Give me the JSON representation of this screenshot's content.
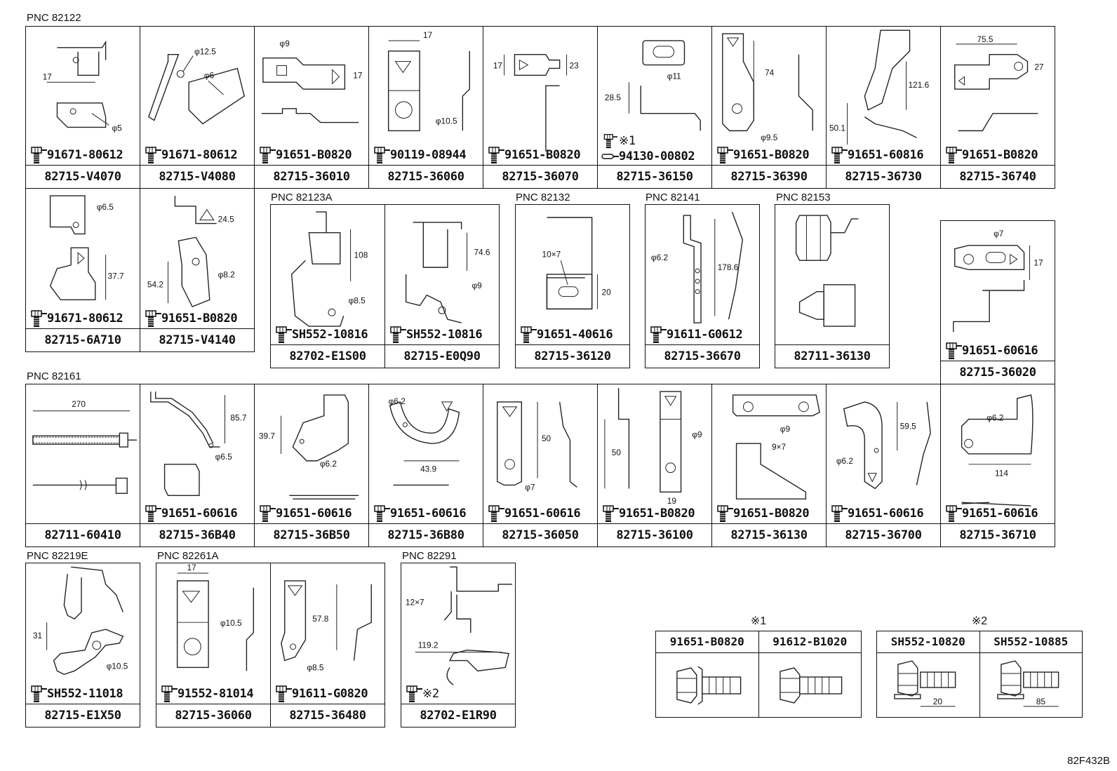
{
  "sections": {
    "pnc_82122": "PNC 82122",
    "pnc_82123a": "PNC 82123A",
    "pnc_82132": "PNC 82132",
    "pnc_82141": "PNC 82141",
    "pnc_82153": "PNC 82153",
    "pnc_82161": "PNC 82161",
    "pnc_82219e": "PNC 82219E",
    "pnc_82261a": "PNC 82261A",
    "pnc_82291": "PNC 82291"
  },
  "cells": {
    "c1": {
      "part": "82715-V4070",
      "bolt": "91671-80612",
      "dims": [
        "17",
        "φ5"
      ]
    },
    "c2": {
      "part": "82715-V4080",
      "bolt": "91671-80612",
      "dims": [
        "φ12.5",
        "φ6"
      ]
    },
    "c3": {
      "part": "82715-36010",
      "bolt": "91651-B0820",
      "dims": [
        "φ9",
        "17"
      ]
    },
    "c4": {
      "part": "82715-36060",
      "bolt": "90119-08944",
      "dims": [
        "17",
        "φ10.5"
      ]
    },
    "c5": {
      "part": "82715-36070",
      "bolt": "91651-B0820",
      "dims": [
        "17",
        "23"
      ]
    },
    "c6": {
      "part": "82715-36150",
      "bolt": "94130-00802",
      "bolt_note": "※1",
      "dims": [
        "φ11",
        "28.5"
      ]
    },
    "c7": {
      "part": "82715-36390",
      "bolt": "91651-B0820",
      "dims": [
        "74",
        "φ9.5"
      ]
    },
    "c8": {
      "part": "82715-36730",
      "bolt": "91651-60816",
      "dims": [
        "121.6",
        "50.1"
      ]
    },
    "c9": {
      "part": "82715-36740",
      "bolt": "91651-B0820",
      "dims": [
        "75.5",
        "27"
      ]
    },
    "c10": {
      "part": "82715-6A710",
      "bolt": "91671-80612",
      "dims": [
        "φ6.5",
        "37.7"
      ]
    },
    "c11": {
      "part": "82715-V4140",
      "bolt": "91651-B0820",
      "dims": [
        "24.5",
        "54.2",
        "φ8.2"
      ]
    },
    "c12": {
      "part": "82702-E1S00",
      "bolt": "SH552-10816",
      "dims": [
        "108",
        "φ8.5"
      ]
    },
    "c13": {
      "part": "82715-E0Q90",
      "bolt": "SH552-10816",
      "dims": [
        "74.6",
        "φ9"
      ]
    },
    "c14": {
      "part": "82715-36120",
      "bolt": "91651-40616",
      "dims": [
        "10×7",
        "20"
      ]
    },
    "c15": {
      "part": "82715-36670",
      "bolt": "91611-G0612",
      "dims": [
        "φ6.2",
        "178.6"
      ]
    },
    "c16": {
      "part": "82711-36130"
    },
    "c17": {
      "part": "82715-36020",
      "bolt": "91651-60616",
      "dims": [
        "φ7",
        "17"
      ]
    },
    "c18": {
      "part": "82711-60410",
      "dims": [
        "270"
      ]
    },
    "c19": {
      "part": "82715-36B40",
      "bolt": "91651-60616",
      "dims": [
        "85.7",
        "φ6.5"
      ]
    },
    "c20": {
      "part": "82715-36B50",
      "bolt": "91651-60616",
      "dims": [
        "39.7",
        "φ6.2"
      ]
    },
    "c21": {
      "part": "82715-36B80",
      "bolt": "91651-60616",
      "dims": [
        "φ6.2",
        "43.9"
      ]
    },
    "c22": {
      "part": "82715-36050",
      "bolt": "91651-60616",
      "dims": [
        "50",
        "φ7"
      ]
    },
    "c23": {
      "part": "82715-36100",
      "bolt": "91651-B0820",
      "dims": [
        "50",
        "φ9",
        "19"
      ]
    },
    "c24": {
      "part": "82715-36130",
      "bolt": "91651-B0820",
      "dims": [
        "φ9",
        "9×7"
      ]
    },
    "c25": {
      "part": "82715-36700",
      "bolt": "91651-60616",
      "dims": [
        "59.5",
        "φ6.2"
      ]
    },
    "c26": {
      "part": "82715-36710",
      "bolt": "91651-60616",
      "dims": [
        "φ6.2",
        "114"
      ]
    },
    "c27": {
      "part": "82715-E1X50",
      "bolt": "SH552-11018",
      "dims": [
        "31",
        "φ10.5"
      ]
    },
    "c28": {
      "part": "82715-36060",
      "bolt": "91552-81014",
      "dims": [
        "17",
        "φ10.5"
      ]
    },
    "c29": {
      "part": "82715-36480",
      "bolt": "91611-G0820",
      "dims": [
        "57.8",
        "φ8.5"
      ]
    },
    "c30": {
      "part": "82702-E1R90",
      "bolt": "※2",
      "dims": [
        "12×7",
        "119.2"
      ]
    }
  },
  "legend1": {
    "title": "※1",
    "col1": "91651-B0820",
    "col2": "91612-B1020"
  },
  "legend2": {
    "title": "※2",
    "col1": "SH552-10820",
    "col2": "SH552-10885",
    "dim1": "20",
    "dim2": "85"
  },
  "diagram_code": "82F432B"
}
